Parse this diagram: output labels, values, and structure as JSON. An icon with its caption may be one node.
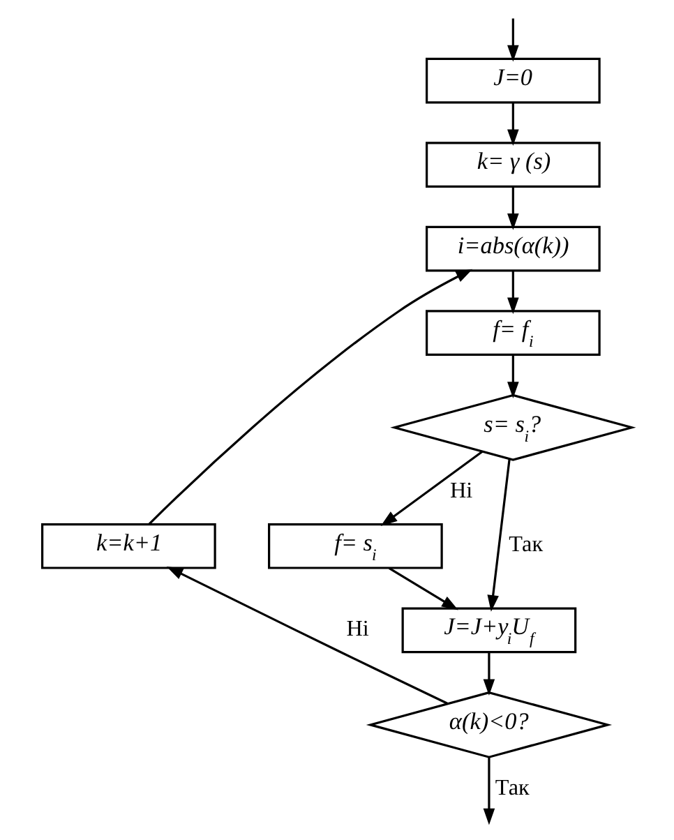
{
  "diagram": {
    "nodes": [
      {
        "text": [
          "J=0"
        ]
      },
      {
        "text": [
          "k= γ (s)"
        ]
      },
      {
        "text": [
          "i=abs(α(k))"
        ]
      },
      {
        "text": [
          "f= f$_{i}$"
        ]
      },
      {
        "text": [
          "s= s$_{i}$?"
        ]
      },
      {
        "text": [
          "f= s$_{i}$"
        ]
      },
      {
        "text": [
          "J=J+y$_{i}$U$_{f}$"
        ]
      },
      {
        "text": [
          "α(k)<0?"
        ]
      },
      {
        "text": [
          "k=k+1"
        ]
      }
    ],
    "edges": [
      {
        "from": null,
        "to": 0,
        "arrow": "to"
      },
      {
        "from": 0,
        "to": 1,
        "arrow": "to"
      },
      {
        "from": 1,
        "to": 2,
        "arrow": "to"
      },
      {
        "from": 2,
        "to": 3,
        "arrow": "to"
      },
      {
        "from": 3,
        "to": 4,
        "arrow": "to"
      },
      {
        "from": 4,
        "to": 5,
        "arrow": "to",
        "label": "Ні"
      },
      {
        "from": 4,
        "to": 6,
        "arrow": "to",
        "label": "Так"
      },
      {
        "from": 5,
        "to": 6,
        "arrow": "to"
      },
      {
        "from": 6,
        "to": 7,
        "arrow": "to"
      },
      {
        "from": 7,
        "to": 8,
        "arrow": "to",
        "label": "Ні"
      },
      {
        "from": 8,
        "to": 2,
        "arrow": "to"
      },
      {
        "from": 7,
        "to": null,
        "arrow": "to",
        "label": "Так"
      }
    ]
  }
}
